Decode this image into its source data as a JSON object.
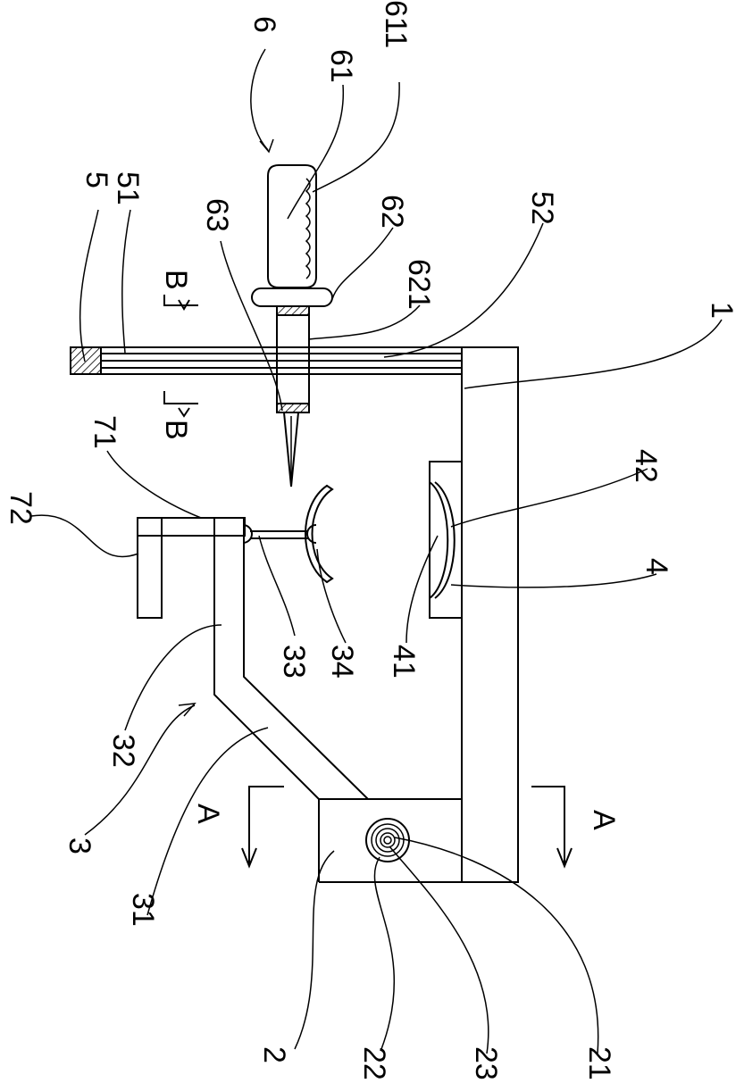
{
  "callouts": {
    "c6": "6",
    "c61": "61",
    "c611": "611",
    "c5": "5",
    "c51": "51",
    "c63": "63",
    "c62": "62",
    "c52": "52",
    "c621": "621",
    "c1": "1",
    "c71": "71",
    "c42": "42",
    "c72": "72",
    "c4": "4",
    "c33": "33",
    "c34": "34",
    "c41": "41",
    "c32": "32",
    "c3": "3",
    "c31": "31",
    "c2": "2",
    "c22": "22",
    "c23": "23",
    "c21": "21"
  },
  "sections": {
    "b_top": "B",
    "b_bottom": "B",
    "a_left": "A",
    "a_right": "A"
  }
}
